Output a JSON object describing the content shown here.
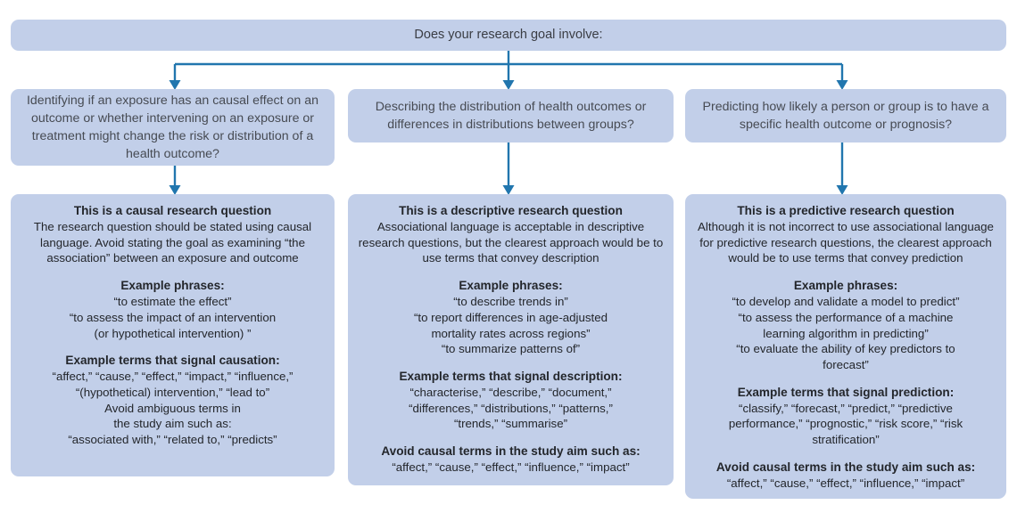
{
  "header": {
    "text": "Does your research goal involve:"
  },
  "colors": {
    "box_fill": "#c2cfe9",
    "connector": "#2176ae",
    "question_text": "#474b53",
    "answer_text": "#23262b"
  },
  "branches": [
    {
      "id": "causal",
      "question": "Identifying if an exposure has an causal effect on an outcome or whether intervening on an exposure or treatment might change the risk or distribution of a health outcome?",
      "answer_heading": "This is a causal research question",
      "answer_body": "The research question should be stated using causal language. Avoid stating the goal as examining “the association” between an exposure and outcome",
      "phrases_heading": "Example phrases:",
      "phrases": [
        "“to estimate the effect”",
        "“to assess the impact of an intervention",
        "(or hypothetical intervention) ”"
      ],
      "terms_heading": "Example terms that signal causation:",
      "terms": [
        "“affect,” “cause,” “effect,” “impact,” “influence,”",
        "“(hypothetical) intervention,” “lead to”",
        "Avoid ambiguous terms in",
        "the study aim such as:",
        "“associated with,” “related to,” “predicts”"
      ],
      "avoid_heading": "",
      "avoid_terms": ""
    },
    {
      "id": "descriptive",
      "question": "Describing the distribution of health outcomes or differences in distributions between groups?",
      "answer_heading": "This is a descriptive research question",
      "answer_body": "Associational language is acceptable in descriptive research questions, but the clearest approach would be to use terms that convey description",
      "phrases_heading": "Example phrases:",
      "phrases": [
        "“to describe trends in”",
        "“to report differences in age-adjusted",
        "mortality rates across regions”",
        "“to summarize patterns of”"
      ],
      "terms_heading": "Example terms that signal description:",
      "terms": [
        "“characterise,” “describe,” “document,”",
        "“differences,” “distributions,” “patterns,”",
        "“trends,” “summarise”"
      ],
      "avoid_heading": "Avoid causal terms in the study aim such as:",
      "avoid_terms": "“affect,” “cause,” “effect,” “influence,” “impact”"
    },
    {
      "id": "predictive",
      "question": "Predicting how likely a person or group is to have a specific health outcome or prognosis?",
      "answer_heading": "This is a predictive research question",
      "answer_body": "Although it is not incorrect to use associational language for predictive research questions, the clearest approach would be to use terms that convey prediction",
      "phrases_heading": "Example phrases:",
      "phrases": [
        "“to develop and validate a model to predict”",
        "“to assess the performance of a machine",
        "learning algorithm in predicting”",
        "“to evaluate the ability of key predictors to",
        "forecast”"
      ],
      "terms_heading": "Example terms that signal prediction:",
      "terms": [
        "“classify,” “forecast,” “predict,” “predictive",
        "performance,” “prognostic,” “risk score,” “risk",
        "stratification”"
      ],
      "avoid_heading": "Avoid causal terms in the study aim such as:",
      "avoid_terms": "“affect,” “cause,” “effect,” “influence,” “impact”"
    }
  ]
}
